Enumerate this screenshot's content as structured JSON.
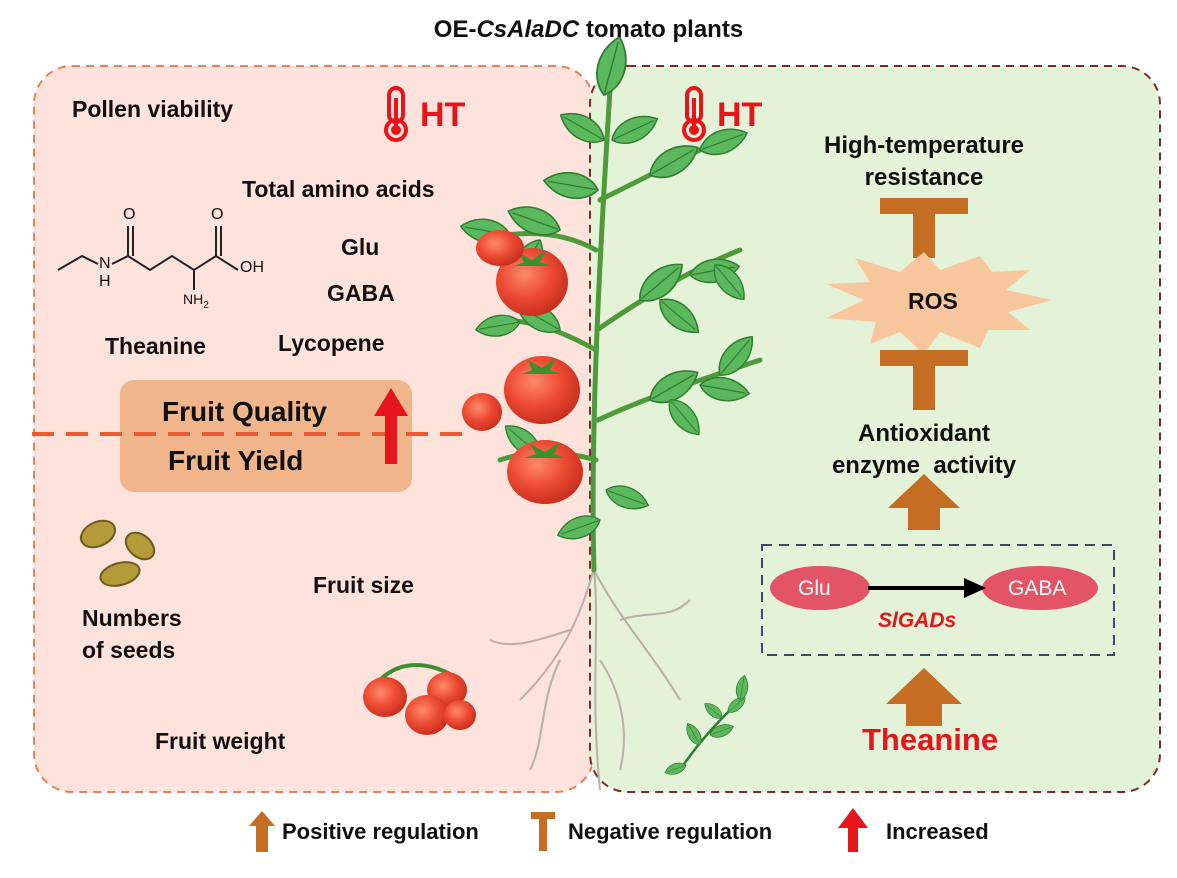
{
  "title": {
    "prefix": "OE-",
    "gene": "CsAlaDC",
    "suffix": " tomato plants"
  },
  "left_panel": {
    "stress_label": "HT",
    "pollen_viability": "Pollen viability",
    "total_amino_acids": "Total amino acids",
    "glu": "Glu",
    "gaba": "GABA",
    "lycopene": "Lycopene",
    "theanine": "Theanine",
    "fruit_quality": "Fruit Quality",
    "fruit_yield": "Fruit Yield",
    "numbers_of_seeds_line1": "Numbers",
    "numbers_of_seeds_line2": "of seeds",
    "fruit_size": "Fruit size",
    "fruit_weight": "Fruit weight",
    "molecule": {
      "atom_o1": "O",
      "atom_o2": "O",
      "atom_n": "N",
      "atom_h": "H",
      "atom_oh": "OH",
      "atom_nh2": "NH",
      "atom_nh2_sub": "2"
    }
  },
  "right_panel": {
    "stress_label": "HT",
    "resistance_line1": "High-temperature",
    "resistance_line2": "resistance",
    "ros": "ROS",
    "antioxidant_line1": "Antioxidant",
    "antioxidant_line2": "enzyme  activity",
    "glu": "Glu",
    "gaba": "GABA",
    "enzyme": "SlGADs",
    "theanine": "Theanine"
  },
  "legend": {
    "positive": "Positive regulation",
    "negative": "Negative regulation",
    "increased": "Increased"
  },
  "colors": {
    "left_bg": "#fde3dc",
    "right_bg": "#e4f2d8",
    "left_border": "#e8805a",
    "right_border": "#7a2b2b",
    "regulation": "#c46d23",
    "increase": "#e8141b",
    "pill": "#e25466",
    "box": "#f0b58a",
    "ros": "#f8c69c",
    "leaf": "#4caf50",
    "tomato": "#e8412e"
  }
}
